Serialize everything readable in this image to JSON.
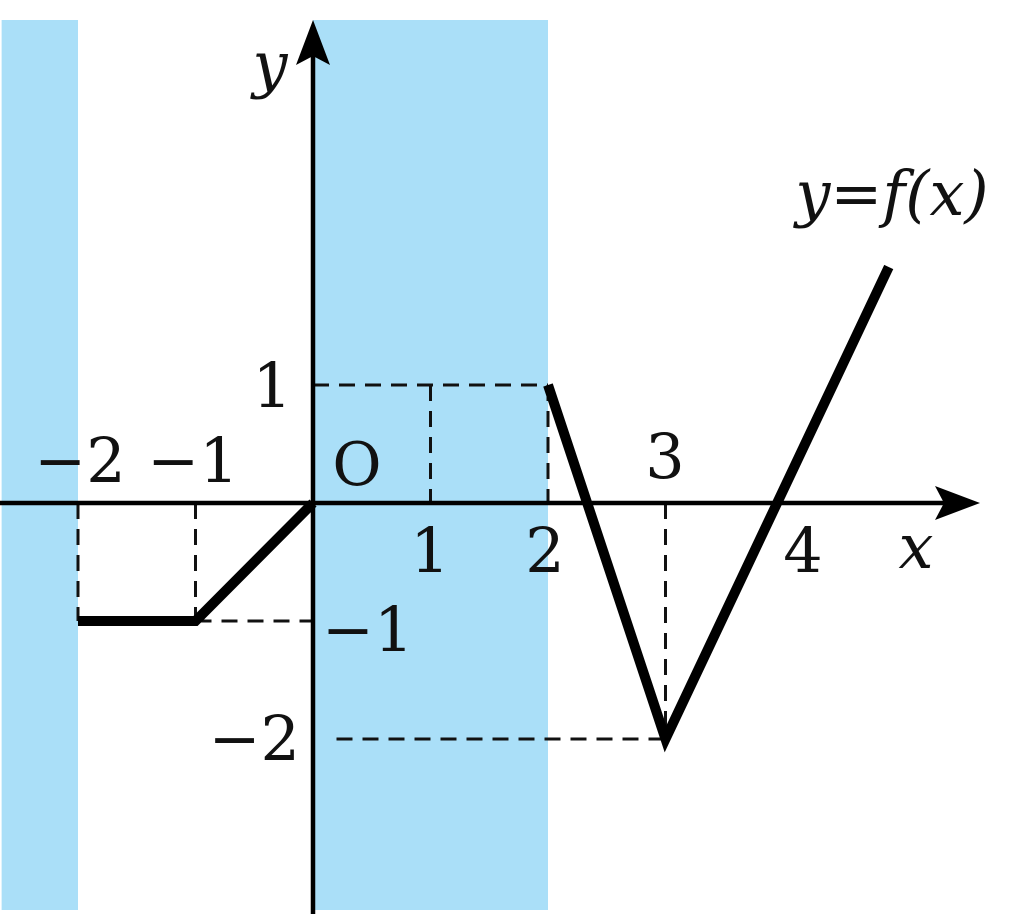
{
  "graph": {
    "axis_x_label": "x",
    "axis_y_label": "y",
    "origin_label": "O",
    "curve_label": "y=f(x)",
    "x_ticks": [
      {
        "value": -2,
        "label": "−2"
      },
      {
        "value": -1,
        "label": "−1"
      },
      {
        "value": 1,
        "label": "1"
      },
      {
        "value": 2,
        "label": "2"
      },
      {
        "value": 3,
        "label": "3"
      },
      {
        "value": 4,
        "label": "4"
      }
    ],
    "y_ticks": [
      {
        "value": 1,
        "label": "1"
      },
      {
        "value": -1,
        "label": "−1"
      },
      {
        "value": -2,
        "label": "−2"
      }
    ],
    "curve_segments": [
      [
        [
          -2,
          -1
        ],
        [
          -1,
          -1
        ],
        [
          0,
          0
        ]
      ],
      [
        [
          2,
          1
        ],
        [
          3,
          -2
        ],
        [
          4.9,
          2
        ]
      ]
    ],
    "shaded_x_ranges": [
      [
        -2.65,
        -2
      ],
      [
        0,
        2
      ]
    ],
    "shade_color": "#aadff8"
  }
}
